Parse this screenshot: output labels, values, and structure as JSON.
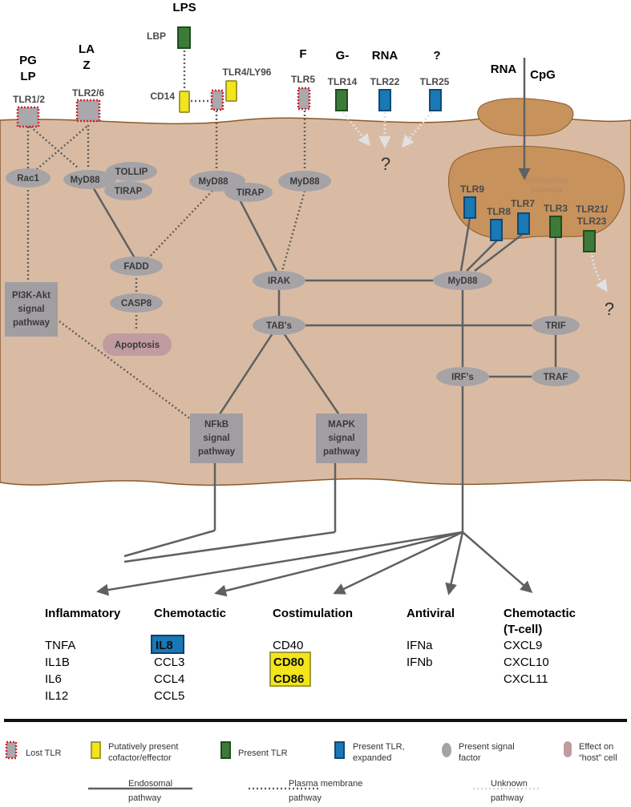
{
  "ligands": {
    "lps": "LPS",
    "pg": "PG",
    "lp": "LP",
    "la": "LA",
    "z": "Z",
    "f": "F",
    "gneg": "G-",
    "rna": "RNA",
    "unknown": "?",
    "rna2": "RNA",
    "cpg": "CpG"
  },
  "receptors": {
    "lbp": "LBP",
    "tlr12": "TLR1/2",
    "tlr26": "TLR2/6",
    "cd14": "CD14",
    "tlr4": "TLR4/LY96",
    "tlr5": "TLR5",
    "tlr14": "TLR14",
    "tlr22": "TLR22",
    "tlr25": "TLR25",
    "tlr9": "TLR9",
    "tlr8": "TLR8",
    "tlr7": "TLR7",
    "tlr3": "TLR3",
    "tlr2123_a": "TLR21/",
    "tlr2123_b": "TLR23"
  },
  "nodes": {
    "rac1": "Rac1",
    "myd88_a": "MyD88",
    "tollip": "TOLLIP",
    "tirap_a": "TIRAP",
    "myd88_b": "MyD88",
    "tirap_b": "TIRAP",
    "myd88_c": "MyD88",
    "fadd": "FADD",
    "casp8": "CASP8",
    "apoptosis": "Apoptosis",
    "irak": "IRAK",
    "myd88_d": "MyD88",
    "tabs": "TAB's",
    "trif": "TRIF",
    "irfs": "IRF's",
    "traf": "TRAF",
    "pi3k_1": "PI3K-Akt",
    "pi3k_2": "signal",
    "pi3k_3": "pathway",
    "nfkb_1": "NFkB",
    "nfkb_2": "signal",
    "nfkb_3": "pathway",
    "mapk_1": "MAPK",
    "mapk_2": "signal",
    "mapk_3": "pathway",
    "q_unknown": "?",
    "q_endo": "?",
    "endosome_1": "Endosomal",
    "endosome_2": "pathway"
  },
  "outputs": [
    {
      "title": "Inflammatory",
      "items": [
        "TNFA",
        "IL1B",
        "IL6",
        "IL12"
      ]
    },
    {
      "title": "Chemotactic",
      "items": [
        "IL8",
        "CCL3",
        "CCL4",
        "CCL5"
      ]
    },
    {
      "title": "Costimulation",
      "items": [
        "CD40",
        "CD80",
        "CD86"
      ]
    },
    {
      "title": "Antiviral",
      "items": [
        "IFNa",
        "IFNb"
      ]
    },
    {
      "title_1": "Chemotactic",
      "title_2": "(T-cell)",
      "items": [
        "CXCL9",
        "CXCL10",
        "CXCL11"
      ]
    }
  ],
  "legend": {
    "lost": "Lost TLR",
    "putative_1": "Putatively present",
    "putative_2": "cofactor/effector",
    "present": "Present TLR",
    "expanded_1": "Present TLR,",
    "expanded_2": "expanded",
    "signal_1": "Present signal",
    "signal_2": "factor",
    "effect_1": "Effect on",
    "effect_2": "“host” cell",
    "endo_1": "Endosomal",
    "endo_2": "pathway",
    "plasma_1": "Plasma membrane",
    "plasma_2": "pathway",
    "unk_1": "Unknown",
    "unk_2": "pathway"
  },
  "colors": {
    "cell": "#d9bba3",
    "membrane": "#8b5a2b",
    "endosome": "#c8925c",
    "node": "#a6a3a6",
    "box": "#a19ea2",
    "green": "#3d7a3a",
    "blue": "#1a78b4",
    "yellow": "#f2e51b",
    "lost_red": "#d2232a",
    "apoptosis": "#c09ba0",
    "line": "#5e6163"
  }
}
